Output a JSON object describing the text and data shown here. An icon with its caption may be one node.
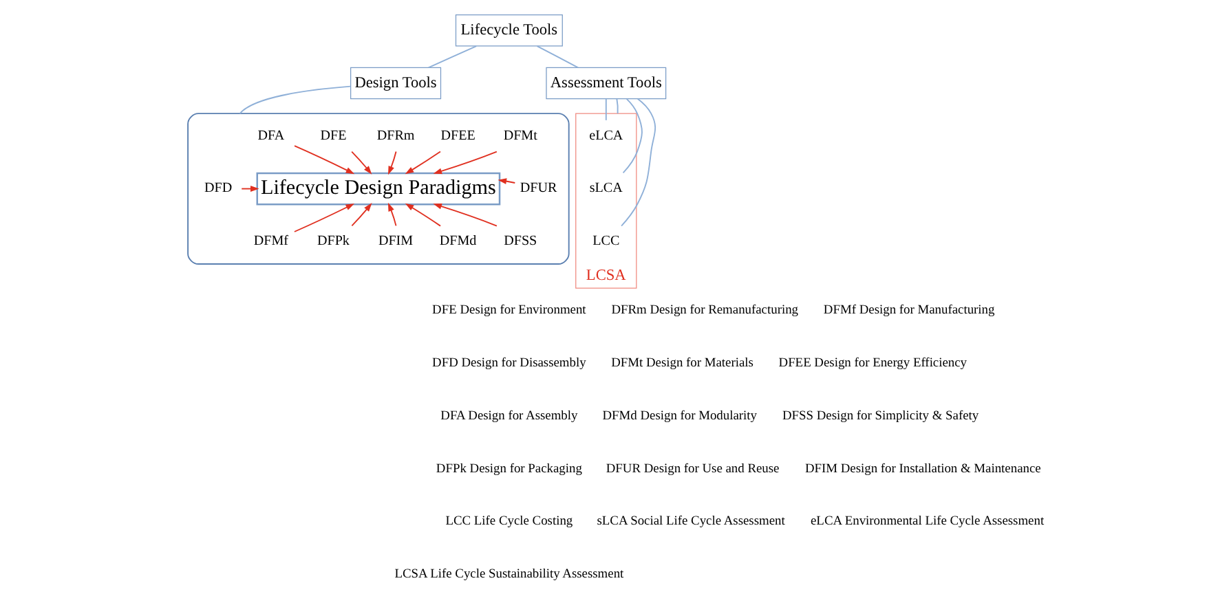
{
  "diagram": {
    "nodes": [
      {
        "text": [
          "Lifecycle Tools"
        ]
      },
      {
        "text": [
          "Design Tools"
        ]
      },
      {
        "text": [
          "Assessment Tools"
        ]
      },
      {
        "text": [],
        "shape": "box"
      },
      {
        "text": [
          "Lifecycle Design Paradigms"
        ],
        "in": 3
      },
      {
        "text": [
          "DFE"
        ],
        "in": 3
      },
      {
        "text": [
          "DFRm"
        ],
        "in": 3
      },
      {
        "text": [
          "DFEE"
        ],
        "in": 3
      },
      {
        "text": [
          "DFA"
        ],
        "in": 3
      },
      {
        "text": [
          "DFD"
        ],
        "in": 3
      },
      {
        "text": [
          "DFMf"
        ],
        "in": 3
      },
      {
        "text": [
          "DFMt"
        ],
        "in": 3
      },
      {
        "text": [
          "DFUR"
        ],
        "in": 3
      },
      {
        "text": [
          "DFSS"
        ],
        "in": 3
      },
      {
        "text": [
          "DFPk"
        ],
        "in": 3
      },
      {
        "text": [
          "DFIM"
        ],
        "in": 3
      },
      {
        "text": [
          "DFMd"
        ],
        "in": 3
      },
      {
        "text": [
          "LCSA"
        ]
      },
      {
        "text": [
          "eLCA"
        ],
        "in": 17
      },
      {
        "text": [
          "sLCA"
        ],
        "in": 17
      },
      {
        "text": [
          "LCC"
        ],
        "in": 17
      }
    ],
    "edges": [
      {
        "from": 0,
        "to": 1,
        "arrow": "none",
        "color": "#8fb0d8"
      },
      {
        "from": 0,
        "to": 2,
        "arrow": "none",
        "color": "#8fb0d8"
      },
      {
        "from": 1,
        "to": 3,
        "arrow": "none",
        "color": "#8fb0d8"
      },
      {
        "from": 2,
        "to": 18,
        "arrow": "none",
        "color": "#8fb0d8"
      },
      {
        "from": 2,
        "to": 19,
        "arrow": "none",
        "color": "#8fb0d8"
      },
      {
        "from": 2,
        "to": 20,
        "arrow": "none",
        "color": "#8fb0d8"
      },
      {
        "from": 2,
        "to": 17,
        "arrow": "none",
        "color": "#8fb0d8"
      },
      {
        "from": 5,
        "to": 4,
        "arrow": "to"
      },
      {
        "from": 6,
        "to": 4,
        "arrow": "to"
      },
      {
        "from": 7,
        "to": 4,
        "arrow": "to"
      },
      {
        "from": 8,
        "to": 4,
        "arrow": "to"
      },
      {
        "from": 9,
        "to": 4,
        "arrow": "to"
      },
      {
        "from": 10,
        "to": 4,
        "arrow": "to"
      },
      {
        "from": 11,
        "to": 4,
        "arrow": "to"
      },
      {
        "from": 12,
        "to": 4,
        "arrow": "to"
      },
      {
        "from": 13,
        "to": 4,
        "arrow": "to"
      },
      {
        "from": 14,
        "to": 4,
        "arrow": "to"
      },
      {
        "from": 15,
        "to": 4,
        "arrow": "to"
      },
      {
        "from": 16,
        "to": 4,
        "arrow": "to"
      }
    ],
    "labels": [
      "DFE Design for Environment",
      "DFRm Design for Remanufacturing",
      "DFMf Design for Manufacturing",
      "DFD Design for Disassembly",
      "DFMt Design for Materials",
      "DFEE Design for Energy Efficiency",
      "DFA Design for Assembly",
      "DFMd Design for Modularity",
      "DFSS Design for Simplicity & Safety",
      "DFPk Design for Packaging",
      "DFUR Design for Use and Reuse",
      "DFIM Design for Installation & Maintenance",
      "LCC Life Cycle Costing",
      "sLCA Social Life Cycle Assessment",
      "eLCA Environmental Life Cycle Assessment",
      "LCSA Life Cycle Sustainability Assessment"
    ]
  }
}
